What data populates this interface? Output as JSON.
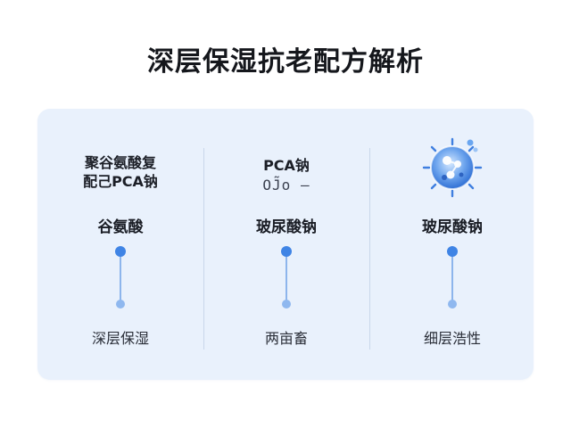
{
  "title": "深层保湿抗老配方解析",
  "columns": [
    {
      "header_lines": [
        "聚谷氨酸复",
        "配己PCA钠"
      ],
      "label": "谷氨酸",
      "bottom": "深层保湿"
    },
    {
      "header": "PCA钠",
      "glyph": "OJ̃o –",
      "label": "玻尿酸钠",
      "bottom": "两亩畜"
    },
    {
      "icon": "molecule-sphere-icon",
      "label": "玻尿酸钠",
      "bottom": "细层浩性"
    }
  ],
  "colors": {
    "card_bg": "#e9f1fc",
    "accent": "#3f84e5",
    "accent_light": "#8fb8ef"
  }
}
